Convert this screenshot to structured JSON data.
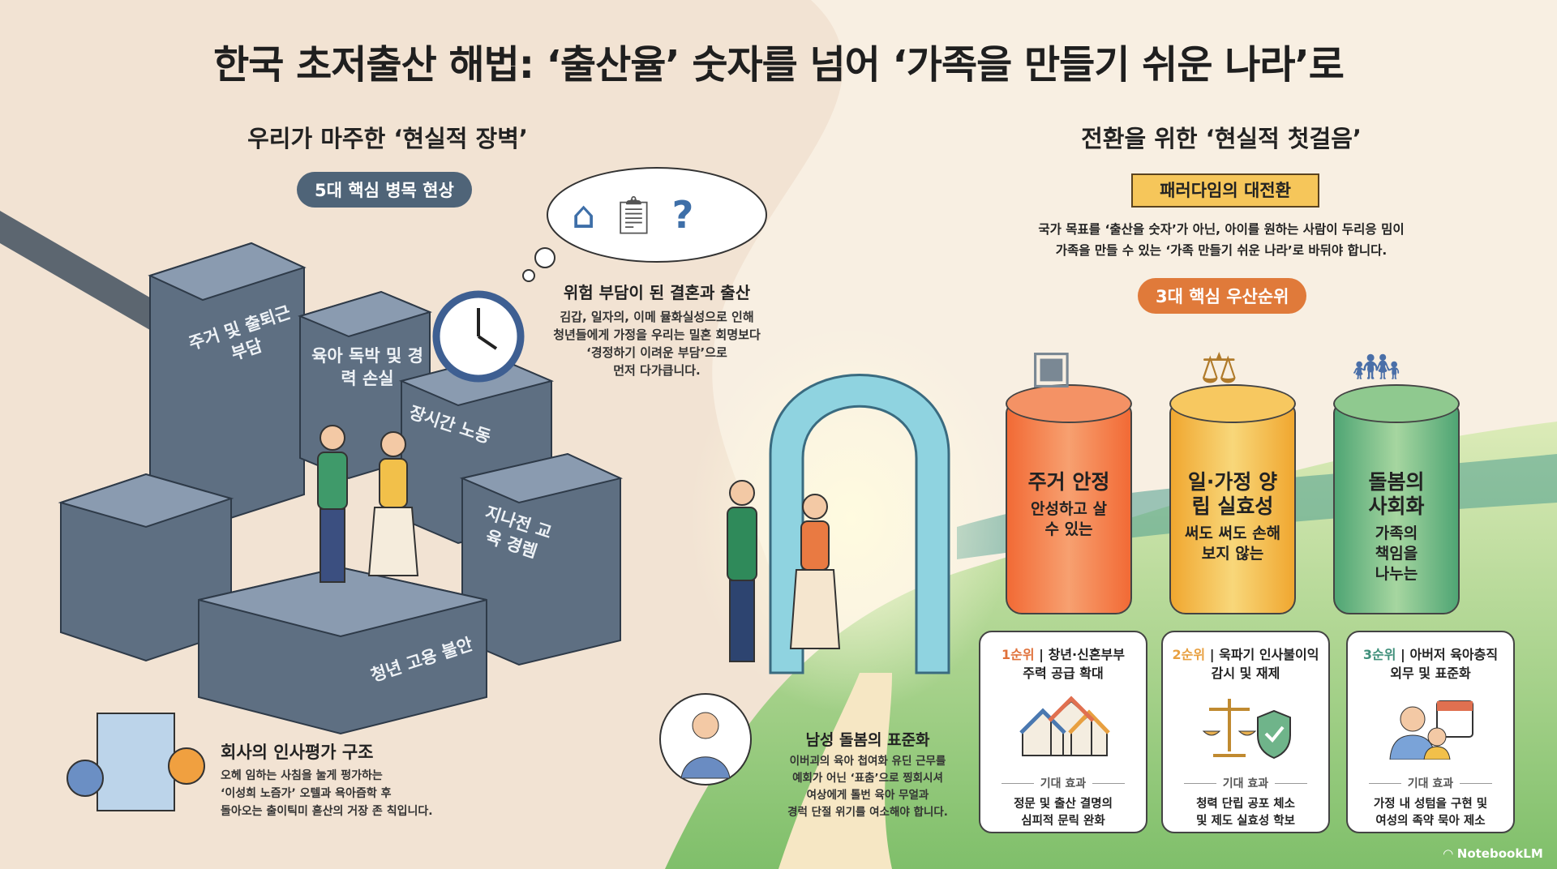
{
  "title": "한국 초저출산 해법: ‘출산율’ 숫자를 넘어 ‘가족을 만들기 쉬운 나라’로",
  "left": {
    "heading": "우리가 마주한 ‘현실적 장벽’",
    "badge": "5대 핵심 병목 현상",
    "blocks": [
      "주거 및 출퇴근 부담",
      "육아 독박 및 경력 손실",
      "장시간 노동",
      "지나전 교육 경렘",
      "청년 고용 불안"
    ],
    "risk": {
      "title": "위험 부담이 된 결혼과 출산",
      "lines": [
        "김갑, 일자의, 이메 뮬화실성으로 인해",
        "청년들에게 가정을 우리는 밀혼 회명보다",
        "‘경정하기 이려운 부담’으로",
        "먼저 다가큽니다."
      ]
    },
    "company": {
      "title": "회사의 인사평가 구조",
      "lines": [
        "오헤 임하는 사침을 눌게 펑가하는",
        "‘이성희 노즘가’ 오텔과 욕아즘학 후",
        "돌아오는 출이틱미 흗산의 거장 존 칙입니다."
      ]
    },
    "care": {
      "title": "남성 돌봄의 표준화",
      "lines": [
        "이버괴의 육아 첩여화 유딘 근무를",
        "예회가 어닌 ‘표춤’으로 찡회시셔",
        "여상에게 톨번 육아 무얼과",
        "경럭 단절 위기를 여소해야 합니다."
      ]
    }
  },
  "right": {
    "heading": "전환을 위한 ‘현실적 첫걸음’",
    "ribbon": "패러다임의 대전환",
    "paragraph": [
      "국가 목표를 ‘출산을 숫자’가 아닌, 아이를 원하는 사람이 두리응 밈이",
      "가족을 만들 수 있는 ‘가족 만들기 쉬운 나라’로 바뒤야 합니다."
    ],
    "badge": "3대 핵심 우산순위",
    "pillars": [
      {
        "title": "주거 안정",
        "sub": "안성하고 살 수 있는",
        "color": "#f07a3c"
      },
      {
        "title": "일·가정 양립 실효성",
        "sub": "써도 써도 손해 보지 않는",
        "color": "#f3b340"
      },
      {
        "title": "돌봄의 사회화",
        "sub": "가족의 책임을 나누는",
        "color": "#5fb07f"
      }
    ],
    "cards": [
      {
        "rank": "1순위",
        "title1": "창년·신혼부부",
        "title2": "주력 공급 확대",
        "effect_label": "기대 효과",
        "effect1": "정문 및 출산 결명의",
        "effect2": "심피적 문릭 완화",
        "icon": "houses-icon",
        "color": "#e0713a"
      },
      {
        "rank": "2순위",
        "title1": "욱파기 인사불이익",
        "title2": "감시 및 재제",
        "effect_label": "기대 효과",
        "effect1": "청력 단립 공포 체소",
        "effect2": "및 제도 실효성 학보",
        "icon": "scale-shield-icon",
        "color": "#e8a040"
      },
      {
        "rank": "3순위",
        "title1": "아버저 육아층직",
        "title2": "외무 및 표준화",
        "effect_label": "기대 효과",
        "effect1": "가정 내 성텀을 구현 및",
        "effect2": "여성의 족약 묵아 제소",
        "icon": "father-calendar-icon",
        "color": "#3f8f7a"
      }
    ]
  },
  "logo": "NotebookLM"
}
